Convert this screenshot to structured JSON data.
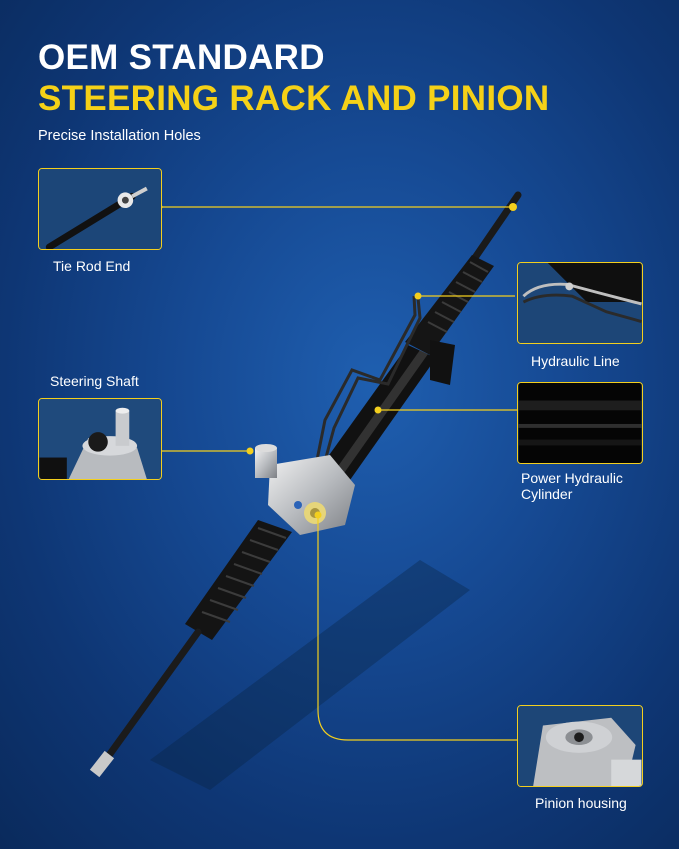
{
  "headline": {
    "line1": "OEM STANDARD",
    "line2": "STEERING RACK AND PINION"
  },
  "subheadline": "Precise Installation Holes",
  "callouts": {
    "tie_rod_end": "Tie Rod End",
    "steering_shaft": "Steering Shaft",
    "hydraulic_line": "Hydraulic Line",
    "power_cylinder_line1": "Power Hydraulic",
    "power_cylinder_line2": "Cylinder",
    "pinion_housing": "Pinion housing"
  },
  "colors": {
    "accent_yellow": "#f5d117",
    "background_blue": "#164a94",
    "text_white": "#ffffff"
  }
}
